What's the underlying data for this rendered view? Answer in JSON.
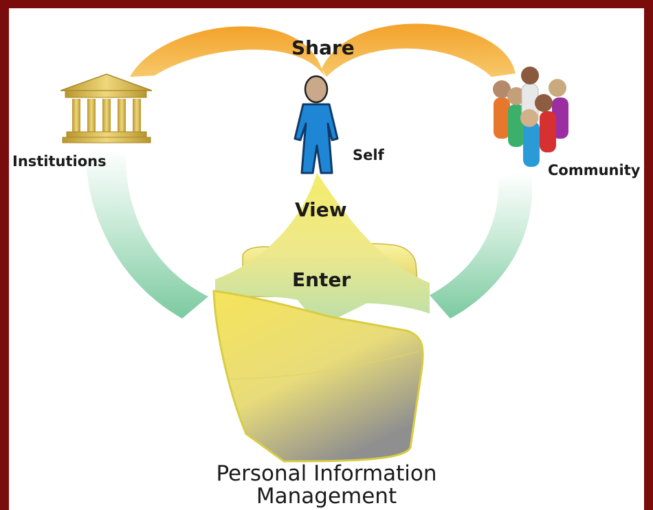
{
  "labels": {
    "share": "Share",
    "self": "Self",
    "institutions": "Institutions",
    "community": "Community",
    "view": "View",
    "enter": "Enter",
    "title_line1": "Personal Information",
    "title_line2": "Management"
  },
  "colors": {
    "frame": "#7a0c0c",
    "share_arc": "#f5a12e",
    "green_arc": "#9ed6b5",
    "view_cone": "#f2ea7a",
    "folder": "#f3e25a",
    "person": "#1f86d6",
    "institution": "#d6b84a"
  },
  "icons": [
    "institution-building-icon",
    "person-icon",
    "community-people-icon",
    "folder-icon"
  ]
}
